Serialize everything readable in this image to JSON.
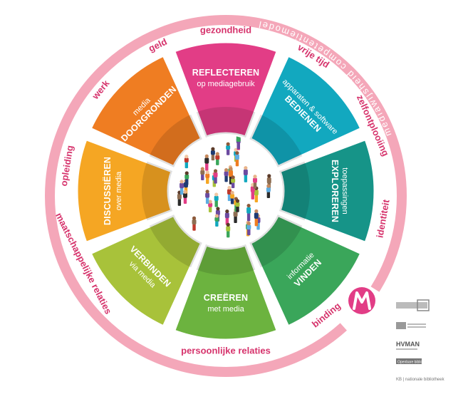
{
  "ring_title": "mediawijsheid competentiemodel",
  "colors": {
    "outer_ring": "#f4a7b9",
    "domain_text": "#d6336c",
    "reflecteren": "#e23d86",
    "bedienen": "#12a8bf",
    "exploreren": "#169488",
    "vinden": "#3aa65a",
    "creeren": "#6cb33f",
    "verbinden": "#a8c23a",
    "discussieren": "#f5a623",
    "doorgronden": "#ef7d22"
  },
  "segments": [
    {
      "id": "reflecteren",
      "title": "REFLECTEREN",
      "subtitle": "op mediagebruik",
      "order": "subtitle-below"
    },
    {
      "id": "bedienen",
      "title": "BEDIENEN",
      "subtitle": "apparaten & software",
      "order": "subtitle-above"
    },
    {
      "id": "exploreren",
      "title": "EXPLOREREN",
      "subtitle": "toepassingen",
      "order": "subtitle-above"
    },
    {
      "id": "vinden",
      "title": "VINDEN",
      "subtitle": "informatie",
      "order": "subtitle-above"
    },
    {
      "id": "creeren",
      "title": "CREËREN",
      "subtitle": "met media",
      "order": "subtitle-below"
    },
    {
      "id": "verbinden",
      "title": "VERBINDEN",
      "subtitle": "via media",
      "order": "subtitle-below"
    },
    {
      "id": "discussieren",
      "title": "DISCUSSIËREN",
      "subtitle": "over media",
      "order": "subtitle-below"
    },
    {
      "id": "doorgronden",
      "title": "DOORGRONDEN",
      "subtitle": "media",
      "order": "subtitle-above"
    }
  ],
  "domains": [
    {
      "label": "gezondheid"
    },
    {
      "label": "vrije tijd"
    },
    {
      "label": "zelfontplooiing"
    },
    {
      "label": "identiteit"
    },
    {
      "label": "binding"
    },
    {
      "label": "persoonlijke relaties"
    },
    {
      "label": "maatschappelijke relaties"
    },
    {
      "label": "opleiding"
    },
    {
      "label": "werk"
    },
    {
      "label": "geld"
    }
  ],
  "partners": {
    "p5": "Openbare bibliotheek",
    "p6": "KB | nationale bibliotheek",
    "hvman": "HVMAN"
  }
}
